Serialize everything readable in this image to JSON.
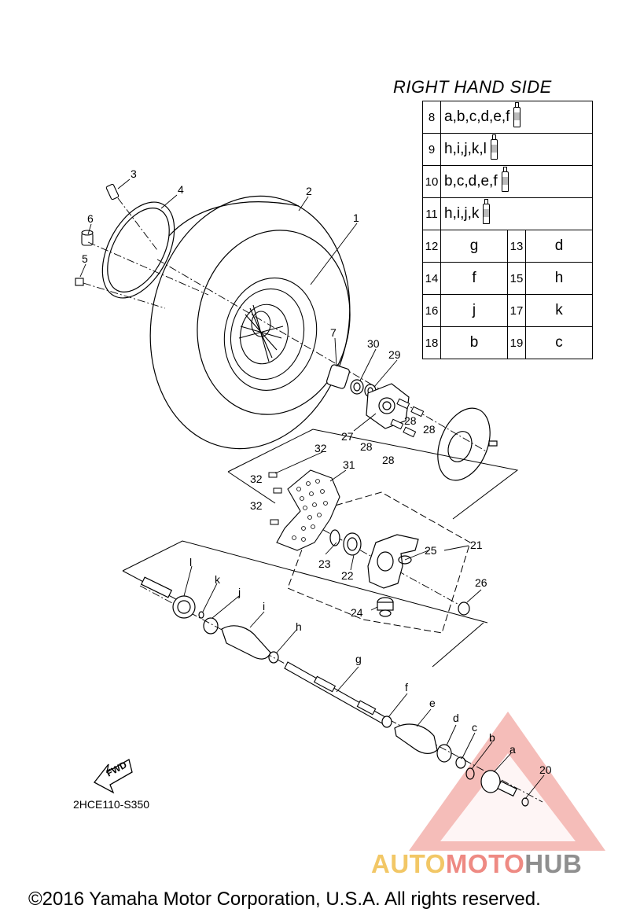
{
  "legend": {
    "title": "RIGHT HAND SIDE",
    "wide_rows": [
      {
        "num": "8",
        "parts": "a,b,c,d,e,f"
      },
      {
        "num": "9",
        "parts": "h,i,j,k,l"
      },
      {
        "num": "10",
        "parts": "b,c,d,e,f"
      },
      {
        "num": "11",
        "parts": "h,i,j,k"
      }
    ],
    "pair_rows": [
      {
        "num1": "12",
        "val1": "g",
        "num2": "13",
        "val2": "d"
      },
      {
        "num1": "14",
        "val1": "f",
        "num2": "15",
        "val2": "h"
      },
      {
        "num1": "16",
        "val1": "j",
        "num2": "17",
        "val2": "k"
      },
      {
        "num1": "18",
        "val1": "b",
        "num2": "19",
        "val2": "c"
      }
    ]
  },
  "callouts": {
    "p1": "1",
    "p2": "2",
    "p3": "3",
    "p4": "4",
    "p5": "5",
    "p6": "6",
    "p7": "7",
    "p20": "20",
    "p21": "21",
    "p22": "22",
    "p23": "23",
    "p24": "24",
    "p25": "25",
    "p26": "26",
    "p27": "27",
    "p28a": "28",
    "p28b": "28",
    "p28c": "28",
    "p28d": "28",
    "p29": "29",
    "p30": "30",
    "p31": "31",
    "p32a": "32",
    "p32b": "32",
    "p32c": "32",
    "pa": "a",
    "pb": "b",
    "pc": "c",
    "pd": "d",
    "pe": "e",
    "pf": "f",
    "pg": "g",
    "ph": "h",
    "pi": "i",
    "pj": "j",
    "pk": "k",
    "pl": "l"
  },
  "fwd_label": "FWD",
  "diagram_code": "2HCE110-S350",
  "copyright": "©2016 Yamaha Motor Corporation, U.S.A. All rights reserved.",
  "watermark": {
    "part1": "AUTO",
    "part2": "MOTO",
    "part3": "HUB"
  }
}
